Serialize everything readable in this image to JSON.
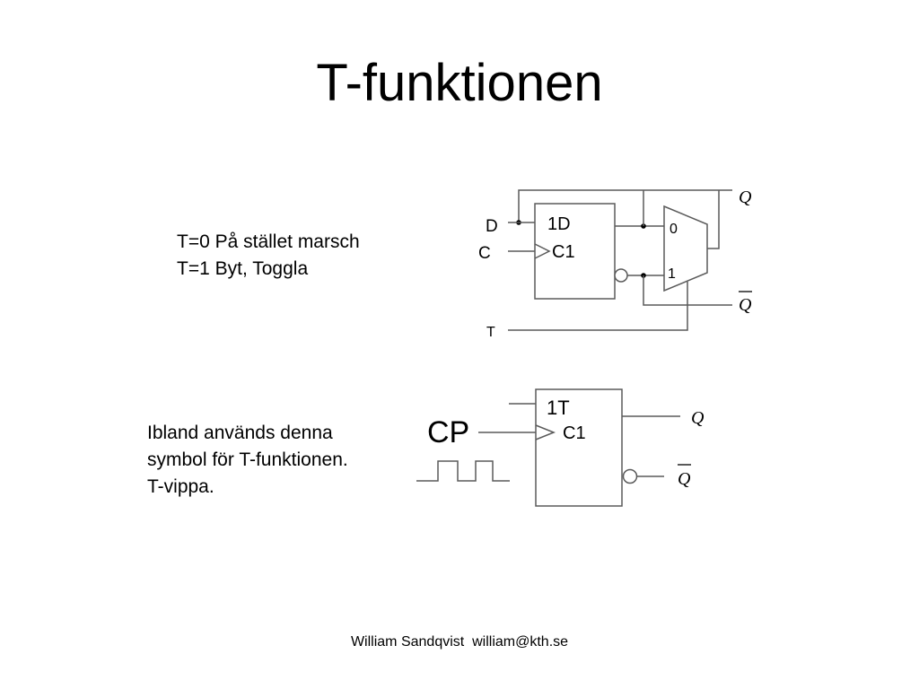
{
  "slide": {
    "title": "T-funktionen",
    "description_lines": [
      "T=0 På stället marsch",
      "T=1 Byt, Toggla"
    ],
    "note_lines": [
      "Ibland används denna",
      "symbol för T-funktionen.",
      "T-vippa."
    ],
    "footer": "William Sandqvist  william@kth.se"
  },
  "diagram1": {
    "input_d": "D",
    "input_c": "C",
    "input_t": "T",
    "ff_label_d": "1D",
    "ff_label_c": "C1",
    "mux_in0": "0",
    "mux_in1": "1",
    "out_q": "Q",
    "out_qbar": "Q"
  },
  "diagram2": {
    "ff_label_t": "1T",
    "ff_label_c": "C1",
    "clock_label": "CP",
    "out_q": "Q",
    "out_qbar": "Q"
  }
}
